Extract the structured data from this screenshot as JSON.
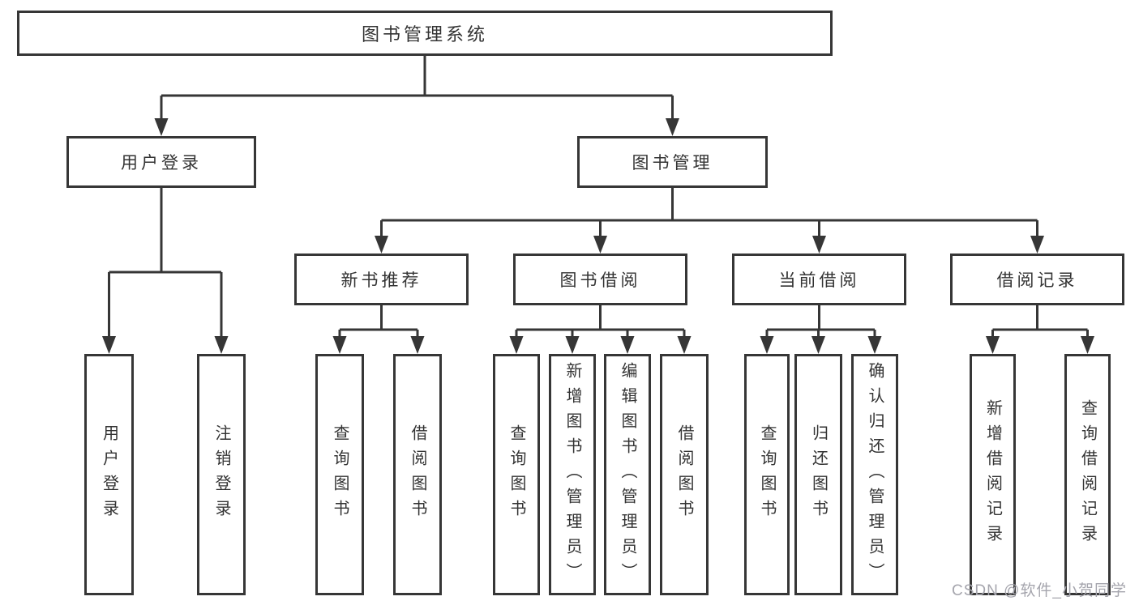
{
  "colors": {
    "line": "#363636",
    "text": "#333333",
    "background": "#ffffff",
    "watermark": "#a5a5ad"
  },
  "watermark": {
    "text": "CSDN @软件_小贺同学"
  },
  "tree": {
    "label": "图书管理系统",
    "children": [
      {
        "label": "用户登录",
        "children": [
          {
            "label": "用户登录"
          },
          {
            "label": "注销登录"
          }
        ]
      },
      {
        "label": "图书管理",
        "children": [
          {
            "label": "新书推荐",
            "children": [
              {
                "label": "查询图书"
              },
              {
                "label": "借阅图书"
              }
            ]
          },
          {
            "label": "图书借阅",
            "children": [
              {
                "label": "查询图书"
              },
              {
                "label": "新增图书（管理员）"
              },
              {
                "label": "编辑图书（管理员）"
              },
              {
                "label": "借阅图书"
              }
            ]
          },
          {
            "label": "当前借阅",
            "children": [
              {
                "label": "查询图书"
              },
              {
                "label": "归还图书"
              },
              {
                "label": "确认归还（管理员）"
              }
            ]
          },
          {
            "label": "借阅记录",
            "children": [
              {
                "label": "新增借阅记录"
              },
              {
                "label": "查询借阅记录"
              }
            ]
          }
        ]
      }
    ]
  }
}
